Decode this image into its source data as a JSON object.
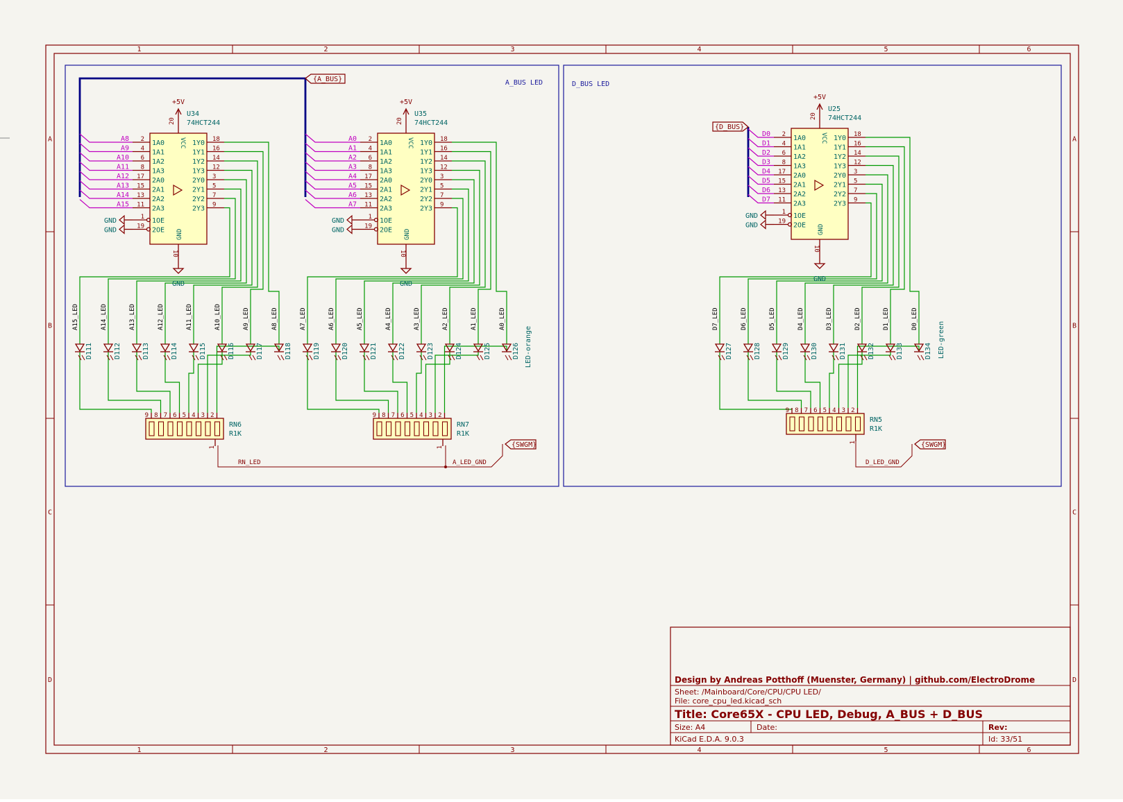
{
  "sheet": {
    "col_labels": [
      "1",
      "2",
      "3",
      "4",
      "5",
      "6"
    ],
    "row_labels": [
      "A",
      "B",
      "C",
      "D"
    ]
  },
  "frames": {
    "a_bus_title": "A_BUS LED",
    "d_bus_title": "D_BUS LED"
  },
  "labels": {
    "a_bus": "{A_BUS}",
    "d_bus": "{D_BUS}",
    "swgm": "{SWGM}",
    "rn_led": "RN_LED",
    "a_led_gnd": "A_LED_GND",
    "d_led_gnd": "D_LED_GND"
  },
  "power": {
    "vcc": "+5V",
    "gnd": "GND"
  },
  "ic_pins": {
    "left": [
      "1A0",
      "1A1",
      "1A2",
      "1A3",
      "2A0",
      "2A1",
      "2A2",
      "2A3"
    ],
    "left_nums": [
      "2",
      "4",
      "6",
      "8",
      "17",
      "15",
      "13",
      "11"
    ],
    "right": [
      "1Y0",
      "1Y1",
      "1Y2",
      "1Y3",
      "2Y0",
      "2Y1",
      "2Y2",
      "2Y3"
    ],
    "right_nums": [
      "18",
      "16",
      "14",
      "12",
      "3",
      "5",
      "7",
      "9"
    ],
    "oe": [
      "1OE",
      "2OE"
    ],
    "oe_nums": [
      "1",
      "19"
    ],
    "vcc_name": "VCC",
    "gnd_name": "GND",
    "vcc_num": "20",
    "gnd_num": "10"
  },
  "chips": [
    {
      "ref": "U34",
      "value": "74HCT244",
      "inputs": [
        "A8",
        "A9",
        "A10",
        "A11",
        "A12",
        "A13",
        "A14",
        "A15"
      ]
    },
    {
      "ref": "U35",
      "value": "74HCT244",
      "inputs": [
        "A0",
        "A1",
        "A2",
        "A3",
        "A4",
        "A5",
        "A6",
        "A7"
      ]
    },
    {
      "ref": "U25",
      "value": "74HCT244",
      "inputs": [
        "D0",
        "D1",
        "D2",
        "D3",
        "D4",
        "D5",
        "D6",
        "D7"
      ]
    }
  ],
  "led_groups": [
    {
      "leds": [
        {
          "net": "A15_LED",
          "ref": "D111"
        },
        {
          "net": "A14_LED",
          "ref": "D112"
        },
        {
          "net": "A13_LED",
          "ref": "D113"
        },
        {
          "net": "A12_LED",
          "ref": "D114"
        },
        {
          "net": "A11_LED",
          "ref": "D115"
        },
        {
          "net": "A10_LED",
          "ref": "D116"
        },
        {
          "net": "A9_LED",
          "ref": "D117"
        },
        {
          "net": "A8_LED",
          "ref": "D118"
        }
      ],
      "value": ""
    },
    {
      "leds": [
        {
          "net": "A7_LED",
          "ref": "D119"
        },
        {
          "net": "A6_LED",
          "ref": "D120"
        },
        {
          "net": "A5_LED",
          "ref": "D121"
        },
        {
          "net": "A4_LED",
          "ref": "D122"
        },
        {
          "net": "A3_LED",
          "ref": "D123"
        },
        {
          "net": "A2_LED",
          "ref": "D124"
        },
        {
          "net": "A1_LED",
          "ref": "D125"
        },
        {
          "net": "A0_LED",
          "ref": "D126"
        }
      ],
      "value": "LED-orange"
    },
    {
      "leds": [
        {
          "net": "D7_LED",
          "ref": "D127"
        },
        {
          "net": "D6_LED",
          "ref": "D128"
        },
        {
          "net": "D5_LED",
          "ref": "D129"
        },
        {
          "net": "D4_LED",
          "ref": "D130"
        },
        {
          "net": "D3_LED",
          "ref": "D131"
        },
        {
          "net": "D2_LED",
          "ref": "D132"
        },
        {
          "net": "D1_LED",
          "ref": "D133"
        },
        {
          "net": "D0_LED",
          "ref": "D134"
        }
      ],
      "value": "LED-green"
    }
  ],
  "resistor_networks": [
    {
      "ref": "RN6",
      "value": "R1K"
    },
    {
      "ref": "RN7",
      "value": "R1K"
    },
    {
      "ref": "RN5",
      "value": "R1K"
    }
  ],
  "rn_pins": [
    "9",
    "8",
    "7",
    "6",
    "5",
    "4",
    "3",
    "2"
  ],
  "rn_common_pin": "1",
  "title_block": {
    "design_by": "Design by Andreas Potthoff (Muenster, Germany) | github.com/ElectroDrome",
    "sheet": "Sheet: /Mainboard/Core/CPU/CPU LED/",
    "file": "File: core_cpu_led.kicad_sch",
    "title": "Title: Core65X - CPU LED, Debug, A_BUS + D_BUS",
    "size": "Size: A4",
    "date": "Date:",
    "rev": "Rev:",
    "tool": "KiCad E.D.A. 9.0.3",
    "id": "Id: 33/51"
  }
}
